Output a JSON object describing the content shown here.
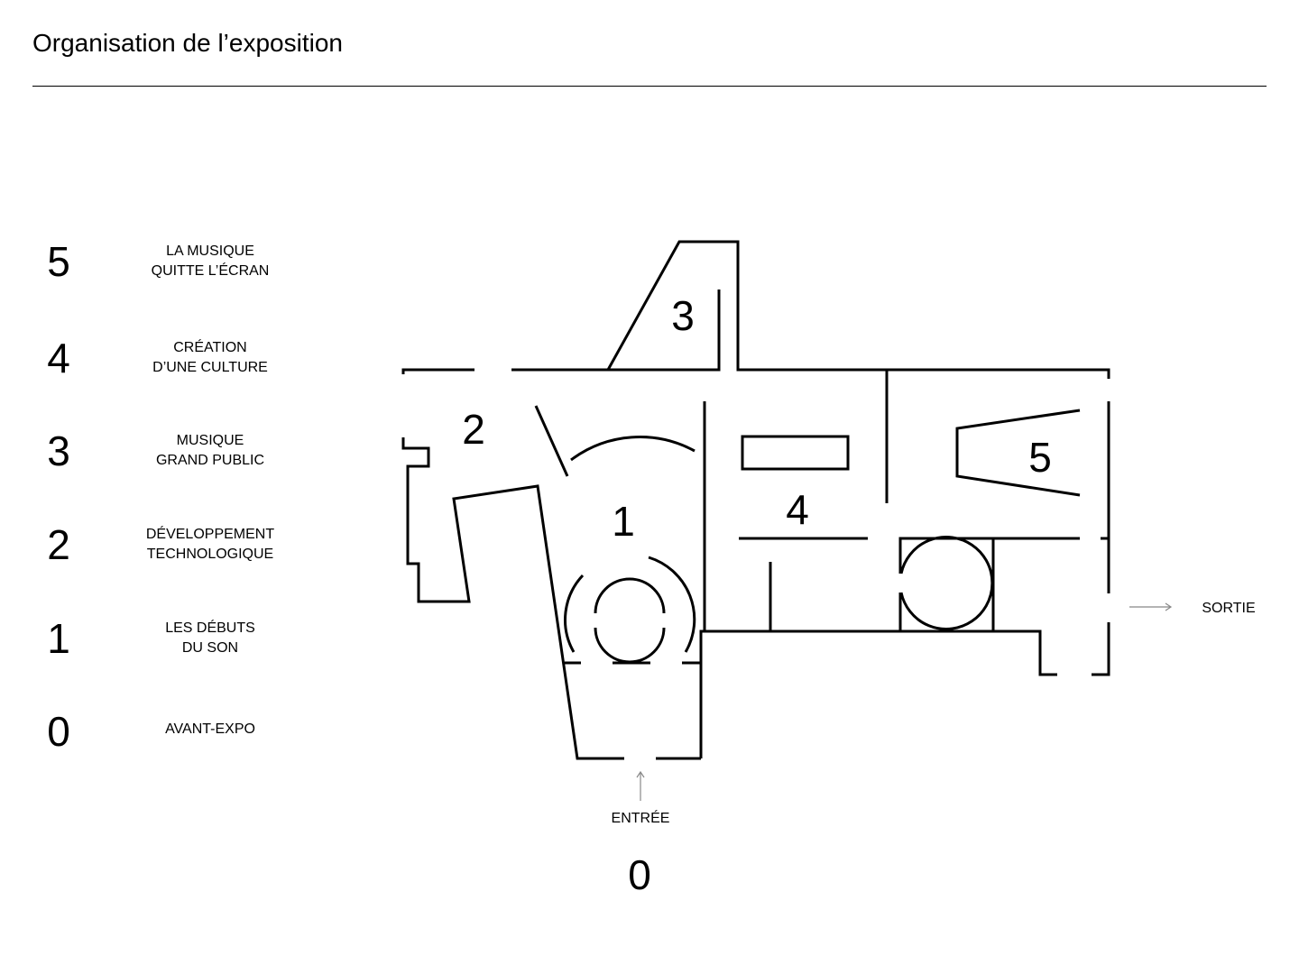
{
  "title": "Organisation de l’exposition",
  "legend": [
    {
      "number": "5",
      "line1": "LA MUSIQUE",
      "line2": "QUITTE L’ÉCRAN"
    },
    {
      "number": "4",
      "line1": "CRÉATION",
      "line2": "D’UNE CULTURE"
    },
    {
      "number": "3",
      "line1": "MUSIQUE",
      "line2": "GRAND PUBLIC"
    },
    {
      "number": "2",
      "line1": "DÉVELOPPEMENT",
      "line2": "TECHNOLOGIQUE"
    },
    {
      "number": "1",
      "line1": "LES DÉBUTS",
      "line2": "DU SON"
    },
    {
      "number": "0",
      "line1": "AVANT-EXPO",
      "line2": ""
    }
  ],
  "plan": {
    "zones": {
      "z1": "1",
      "z2": "2",
      "z3": "3",
      "z4": "4",
      "z5": "5",
      "z0": "0"
    },
    "entrance_label": "ENTRÉE",
    "exit_label": "SORTIE"
  }
}
